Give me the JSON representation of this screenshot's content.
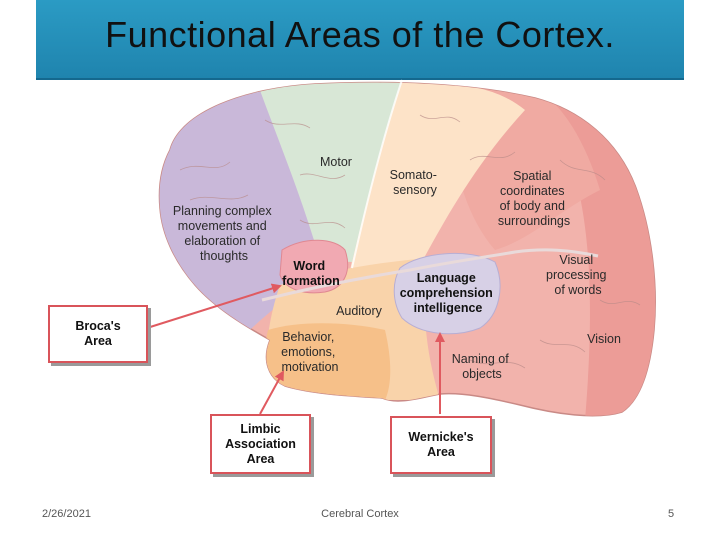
{
  "slide": {
    "title": "Functional Areas of the Cortex.",
    "footer_date": "2/26/2021",
    "footer_center": "Cerebral Cortex",
    "page_number": "5"
  },
  "regions": {
    "motor": "Motor",
    "somatosensory": [
      "Somato-",
      "sensory"
    ],
    "spatial": [
      "Spatial",
      "coordinates",
      "of body and",
      "surroundings"
    ],
    "planning": [
      "Planning complex",
      "movements and",
      "elaboration of",
      "thoughts"
    ],
    "word_formation": [
      "Word",
      "formation"
    ],
    "language": [
      "Language",
      "comprehension",
      "intelligence"
    ],
    "visual_words": [
      "Visual",
      "processing",
      "of words"
    ],
    "auditory": "Auditory",
    "vision": "Vision",
    "behavior": [
      "Behavior,",
      "emotions,",
      "motivation"
    ],
    "naming": [
      "Naming of",
      "objects"
    ]
  },
  "callouts": {
    "broca": "Broca's\nArea",
    "limbic": "Limbic\nAssociation\nArea",
    "wernicke": "Wernicke's\nArea"
  },
  "colors": {
    "title_bar": "#2096c0",
    "callout_border": "#d9545a",
    "arrow": "#e05a60"
  }
}
